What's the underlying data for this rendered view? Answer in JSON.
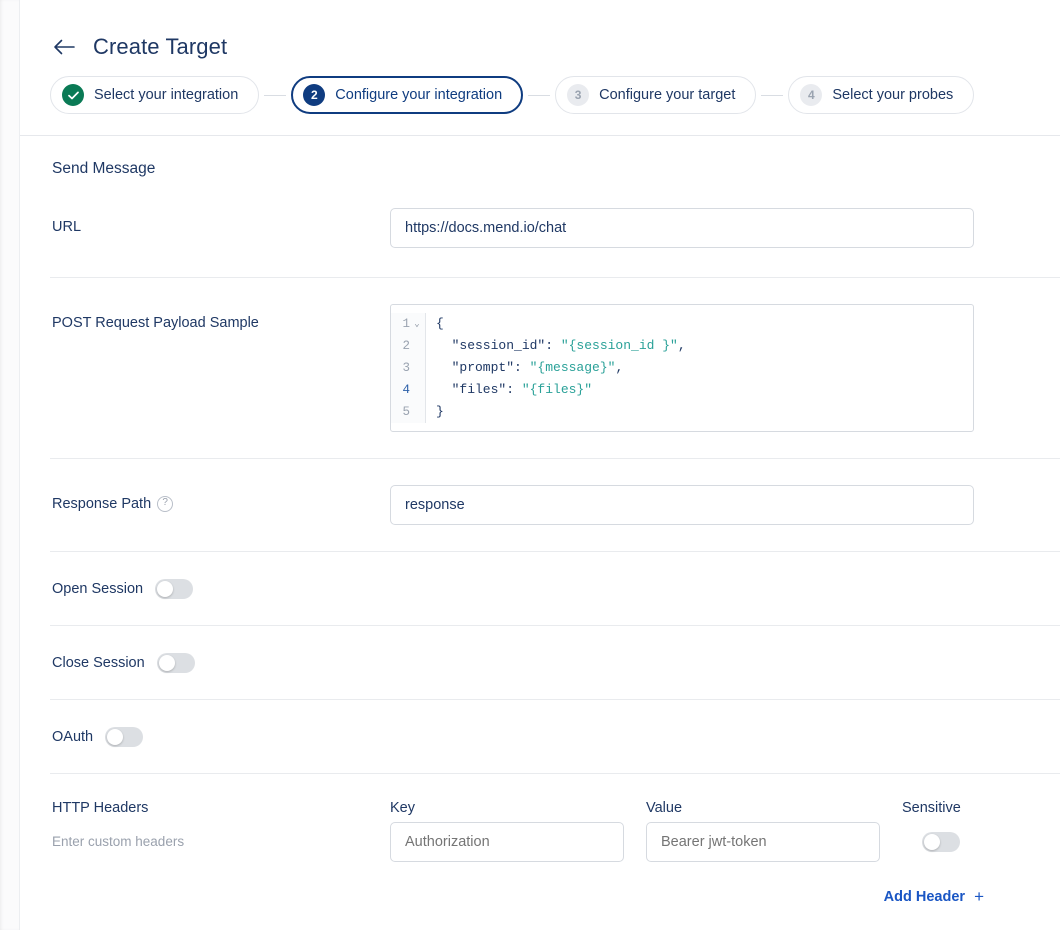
{
  "header": {
    "back_icon": "arrow-left-icon",
    "title": "Create Target"
  },
  "stepper": {
    "steps": [
      {
        "badge": "✓",
        "label": "Select your integration",
        "state": "done"
      },
      {
        "badge": "2",
        "label": "Configure your integration",
        "state": "current"
      },
      {
        "badge": "3",
        "label": "Configure your target",
        "state": "todo"
      },
      {
        "badge": "4",
        "label": "Select your probes",
        "state": "todo"
      }
    ]
  },
  "form": {
    "section_title": "Send Message",
    "url": {
      "label": "URL",
      "value": "https://docs.mend.io/chat"
    },
    "payload": {
      "label": "POST Request Payload Sample",
      "lines": [
        {
          "num": "1",
          "fold": "⌄",
          "active": false
        },
        {
          "num": "2",
          "fold": "",
          "active": false
        },
        {
          "num": "3",
          "fold": "",
          "active": false
        },
        {
          "num": "4",
          "fold": "",
          "active": true
        },
        {
          "num": "5",
          "fold": "",
          "active": false
        }
      ],
      "code_line_1": "{",
      "code_line_2_key": "  \"session_id\": ",
      "code_line_2_val": "\"{session_id }\"",
      "code_line_2_end": ",",
      "code_line_3_key": "  \"prompt\": ",
      "code_line_3_val": "\"{message}\"",
      "code_line_3_end": ",",
      "code_line_4_key": "  \"files\": ",
      "code_line_4_val": "\"{files}\"",
      "code_line_5": "}"
    },
    "response_path": {
      "label": "Response Path",
      "help_icon": "question-mark-icon",
      "help_glyph": "?",
      "value": "response"
    },
    "toggles": [
      {
        "label": "Open Session",
        "on": false
      },
      {
        "label": "Close Session",
        "on": false
      },
      {
        "label": "OAuth",
        "on": false
      }
    ],
    "http_headers": {
      "label": "HTTP Headers",
      "sub_label": "Enter custom headers",
      "key_column": "Key",
      "value_column": "Value",
      "sensitive_column": "Sensitive",
      "key_placeholder": "Authorization",
      "value_placeholder": "Bearer jwt-token",
      "sensitive_on": false,
      "add_header_label": "Add Header",
      "add_icon": "plus-icon",
      "add_glyph": "+"
    }
  },
  "colors": {
    "accent_navy": "#0f3c80",
    "success_green": "#0a7a55",
    "link_blue": "#1a56c4",
    "string_teal": "#2aa198",
    "text_navy": "#1f3864",
    "muted": "#9aa1ad"
  }
}
